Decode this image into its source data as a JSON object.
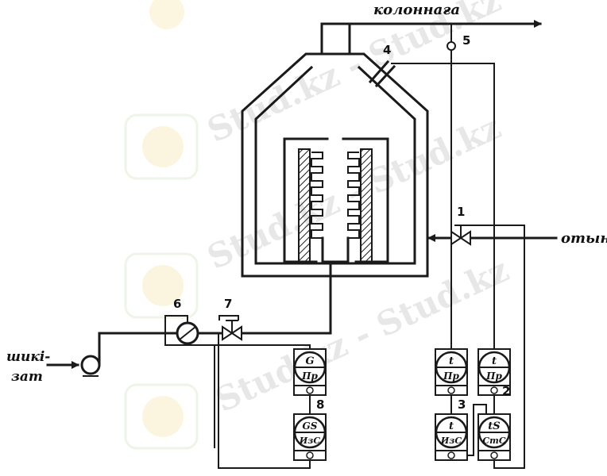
{
  "labels": {
    "to_column": "колоннаға",
    "fuel": "отын",
    "raw_material_line1": "шикі-",
    "raw_material_line2": "зат"
  },
  "valve_numbers": {
    "n1": "1",
    "n2": "2",
    "n3": "3",
    "n4": "4",
    "n5": "5",
    "n6": "6",
    "n7": "7",
    "n8": "8"
  },
  "instruments": {
    "sensor_left": {
      "top": "t",
      "bottom": "Пр"
    },
    "sensor_right": {
      "top": "t",
      "bottom": "Пр"
    },
    "controller_3": {
      "top": "t",
      "bottom": "ИзС"
    },
    "controller_2": {
      "top": "tS",
      "bottom": "СтС"
    },
    "sensor_flow": {
      "top": "G",
      "bottom": "Пр"
    },
    "controller_8": {
      "top": "GS",
      "bottom": "ИзС"
    }
  },
  "watermark": "Stud.kz - Stud.kz"
}
